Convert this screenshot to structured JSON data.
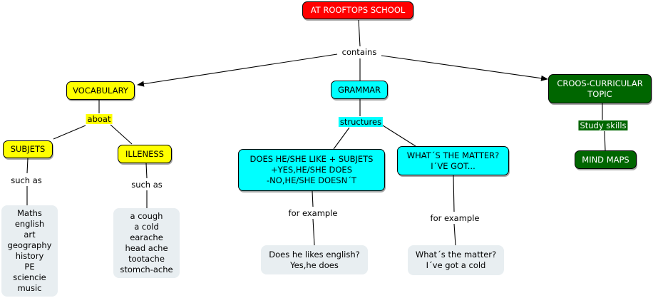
{
  "colors": {
    "root": "#ff0000",
    "vocabulary": "#ffff00",
    "grammar": "#00ffff",
    "crosscurricular": "#006600",
    "example_box": "#e8eef1",
    "line": "#000000"
  },
  "root": {
    "label": "AT ROOFTOPS SCHOOL"
  },
  "links": {
    "contains": "contains"
  },
  "vocabulary": {
    "label": "VOCABULARY",
    "link": "aboat",
    "subjects": {
      "label": "SUBJETS",
      "link": "such as",
      "examples": "Maths\nenglish\nart\ngeography\nhistory\nPE\nsciencie\nmusic"
    },
    "illness": {
      "label": "ILLENESS",
      "link": "such as",
      "examples": "a cough\na cold\nearache\nhead ache\ntootache\nstomch-ache"
    }
  },
  "grammar": {
    "label": "GRAMMAR",
    "link": "structures",
    "like": {
      "label": "DOES HE/SHE LIKE + SUBJETS\n+YES,HE/SHE DOES\n-NO,HE/SHE DOESN´T",
      "link": "for example",
      "example": "Does he likes english?\nYes,he does"
    },
    "matter": {
      "label": "WHAT´S THE MATTER?\nI´VE GOT...",
      "link": "for example",
      "example": "What´s the matter?\nI´ve got a cold"
    }
  },
  "crosscurricular": {
    "label": "CROOS-CURRICULAR\nTOPIC",
    "link": "Study skills",
    "mindmaps": {
      "label": "MIND MAPS"
    }
  }
}
